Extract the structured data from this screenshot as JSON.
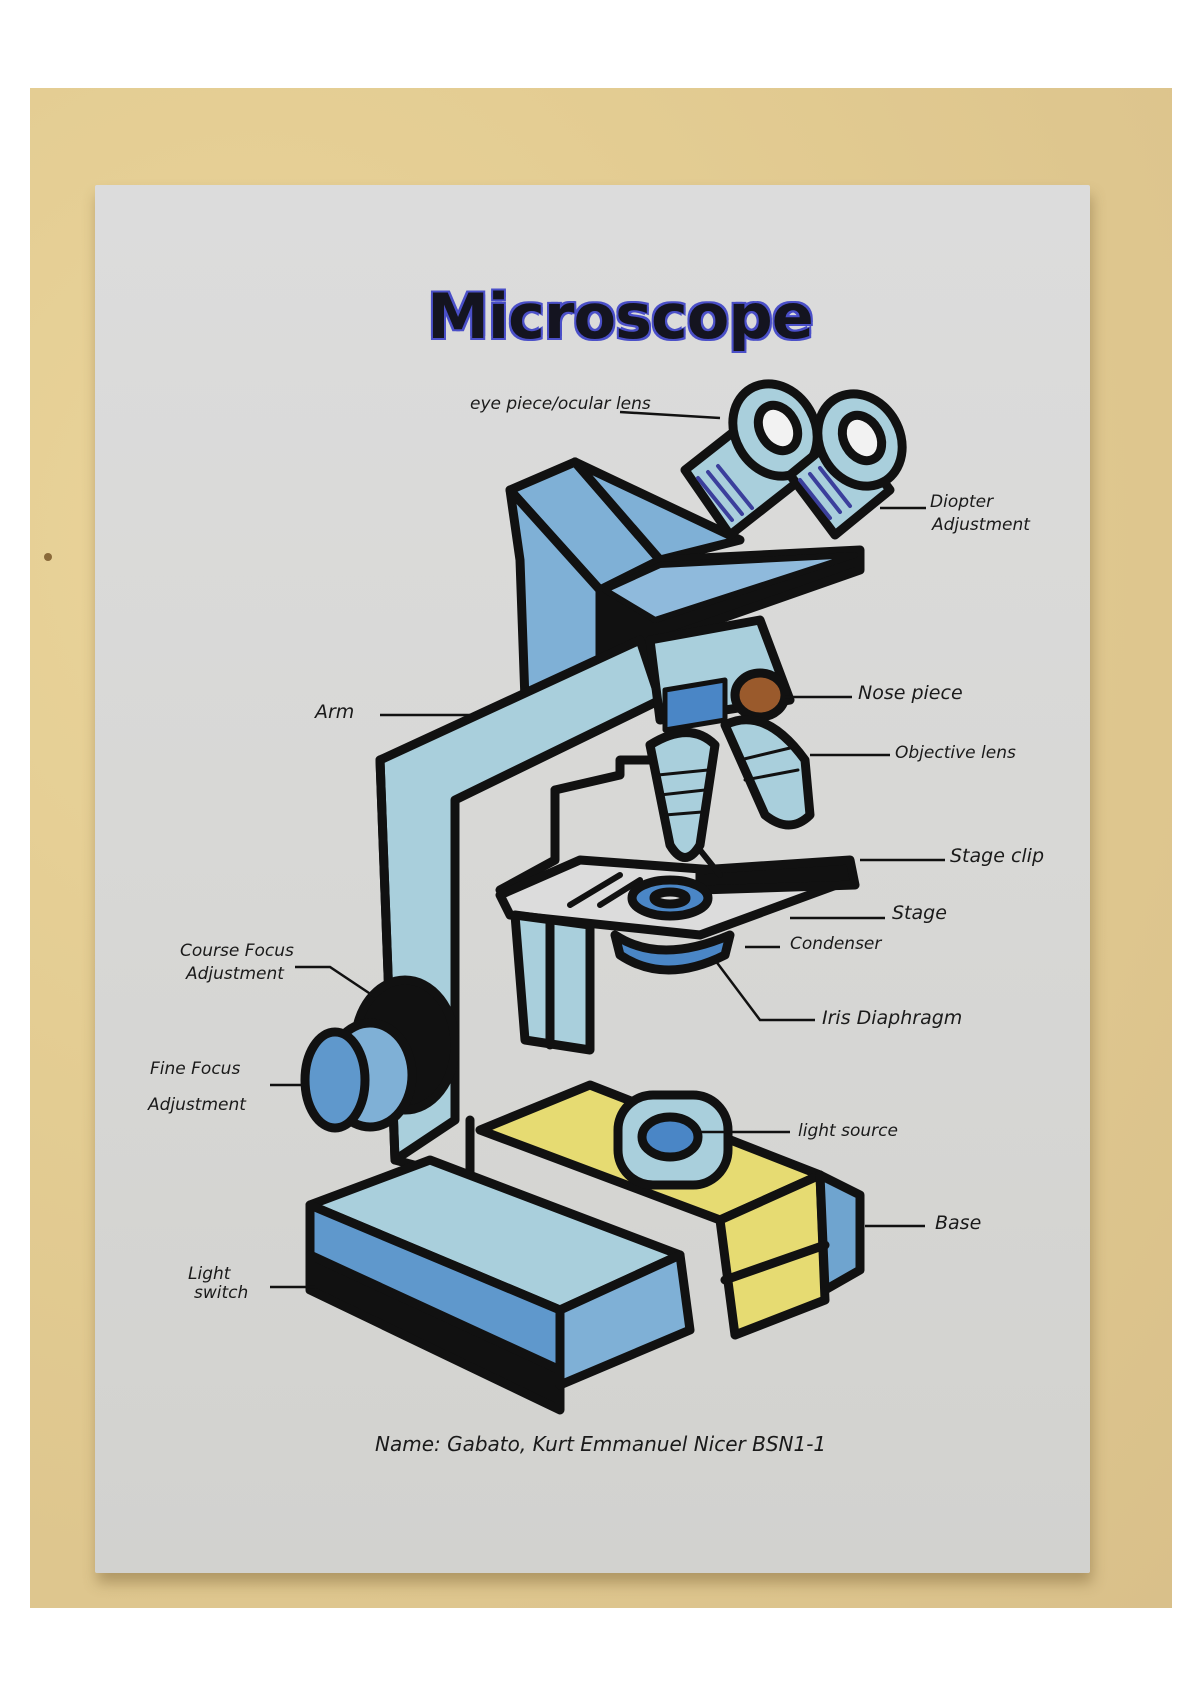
{
  "title": "Microscope",
  "labels": {
    "eyepiece": "eye piece/ocular lens",
    "diopter": [
      "Diopter",
      "Adjustment"
    ],
    "arm": "Arm",
    "nose_piece": "Nose piece",
    "objective_lens": "Objective lens",
    "stage_clip": "Stage clip",
    "stage": "Stage",
    "condenser": "Condenser",
    "iris_diaphragm": "Iris Diaphragm",
    "coarse_focus": [
      "Course Focus",
      "Adjustment"
    ],
    "fine_focus": [
      "Fine Focus",
      "Adjustment"
    ],
    "light_source": "light source",
    "base": "Base",
    "light_switch": [
      "Light",
      "switch"
    ]
  },
  "footer": {
    "name_line": "Name: Gabato, Kurt Emmanuel Nicer   BSN1-1"
  },
  "colors": {
    "wall": "#e3cc92",
    "paper": "#d8d8d6",
    "ink": "#111111",
    "light_blue": "#a9cfdc",
    "mid_blue": "#6fa4cf",
    "yellow": "#e6db72",
    "brown": "#9a5a2c",
    "title_outline": "#4a4fc8"
  }
}
